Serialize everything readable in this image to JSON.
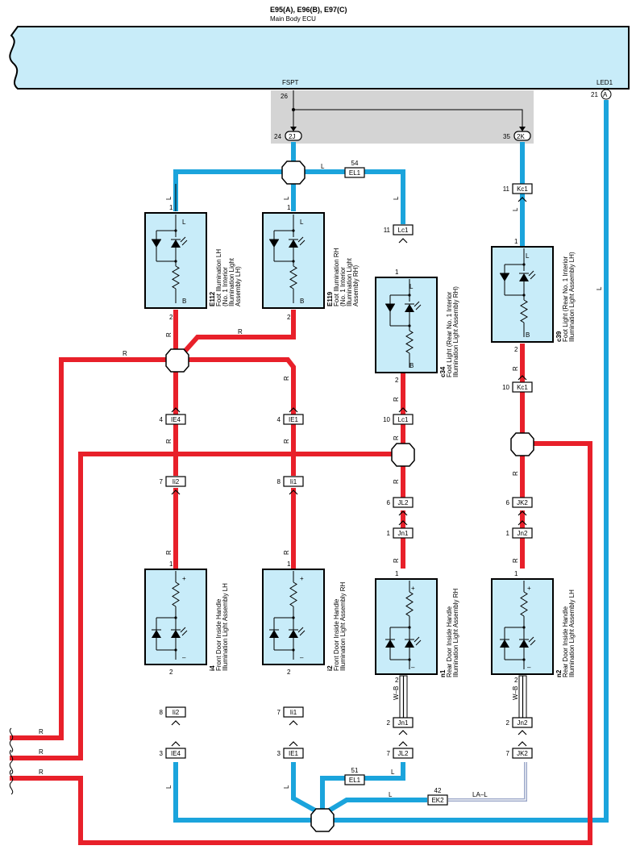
{
  "ecu": {
    "title": "E95(A), E96(B), E97(C)",
    "name": "Main Body ECU",
    "terminal_fspt": "FSPT",
    "terminal_led1": "LED1",
    "pin_26": "26",
    "pin_24": "24",
    "pin_35": "35",
    "pin_21": "21",
    "conn_2j": "2J",
    "conn_2k": "2K",
    "conn_a": "A"
  },
  "components": [
    {
      "id": "E112",
      "desc": "Foot Illumination LH",
      "desc2": "(No. 1 Interior",
      "desc3": "Illumination Light",
      "desc4": "Assembly LH)",
      "p1": "1",
      "p2": "2",
      "l": "L",
      "b": "B"
    },
    {
      "id": "E119",
      "desc": "Foot Illumination RH",
      "desc2": "(No. 1 Interior",
      "desc3": "Illumination Light",
      "desc4": "Assembly RH)",
      "p1": "1",
      "p2": "2",
      "l": "L",
      "b": "B"
    },
    {
      "id": "c34",
      "desc": "Foot Light (Rear No. 1 Interior",
      "desc2": "Illumination Light Assembly RH)",
      "p1": "1",
      "p2": "2",
      "l": "L",
      "b": "B"
    },
    {
      "id": "c39",
      "desc": "Foot Light (Rear No. 1 Interior",
      "desc2": "Illumination Light Assembly LH)",
      "p1": "1",
      "p2": "2",
      "l": "L",
      "b": "B"
    },
    {
      "id": "i4",
      "desc": "Front Door Inside Handle",
      "desc2": "Illumination Light Assembly LH",
      "p1": "1",
      "p2": "2",
      "plus": "+",
      "minus": "–"
    },
    {
      "id": "i2",
      "desc": "Front Door Inside Handle",
      "desc2": "Illumination Light Assembly RH",
      "p1": "1",
      "p2": "2",
      "plus": "+",
      "minus": "–"
    },
    {
      "id": "n1",
      "desc": "Rear Door Inside Handle",
      "desc2": "Illumination Light Assembly RH",
      "p1": "1",
      "p2": "2",
      "plus": "+",
      "minus": "–"
    },
    {
      "id": "n2",
      "desc": "Rear Door Inside Handle",
      "desc2": "Illumination Light Assembly LH",
      "p1": "1",
      "p2": "2",
      "plus": "+",
      "minus": "–"
    }
  ],
  "connectors": {
    "el1_top": {
      "name": "EL1",
      "pin": "54"
    },
    "kc1_top": {
      "name": "Kc1",
      "pin": "11"
    },
    "lc1_top": {
      "name": "Lc1",
      "pin": "11"
    },
    "kc1_bot": {
      "name": "Kc1",
      "pin": "10"
    },
    "ie4_top": {
      "name": "IE4",
      "pin": "4"
    },
    "ie1_top": {
      "name": "IE1",
      "pin": "4"
    },
    "lc1_bot": {
      "name": "Lc1",
      "pin": "10"
    },
    "ii2_top": {
      "name": "Ii2",
      "pin": "7"
    },
    "ii1_top": {
      "name": "Ii1",
      "pin": "8"
    },
    "jl2_top": {
      "name": "JL2",
      "pin": "6"
    },
    "jk2_top": {
      "name": "JK2",
      "pin": "6"
    },
    "jn1_top": {
      "name": "Jn1",
      "pin": "1"
    },
    "jn2_top": {
      "name": "Jn2",
      "pin": "1"
    },
    "ii2_bot": {
      "name": "Ii2",
      "pin": "8"
    },
    "ii1_bot": {
      "name": "Ii1",
      "pin": "7"
    },
    "jn1_bot": {
      "name": "Jn1",
      "pin": "2"
    },
    "jn2_bot": {
      "name": "Jn2",
      "pin": "2"
    },
    "ie4_bot": {
      "name": "IE4",
      "pin": "3"
    },
    "ie1_bot": {
      "name": "IE1",
      "pin": "3"
    },
    "jl2_bot": {
      "name": "JL2",
      "pin": "7"
    },
    "jk2_bot": {
      "name": "JK2",
      "pin": "7"
    },
    "el1_bot": {
      "name": "EL1",
      "pin": "51"
    },
    "ek2": {
      "name": "EK2",
      "pin": "42"
    }
  },
  "wire_labels": {
    "L": "L",
    "R": "R",
    "WB": "W–B",
    "LAL": "LA–L"
  },
  "colors": {
    "blue_wire": "#1ba4dc",
    "red_wire": "#e8202a",
    "ecu_fill": "#c8ecf9",
    "shield_gray": "#d4d4d4"
  }
}
